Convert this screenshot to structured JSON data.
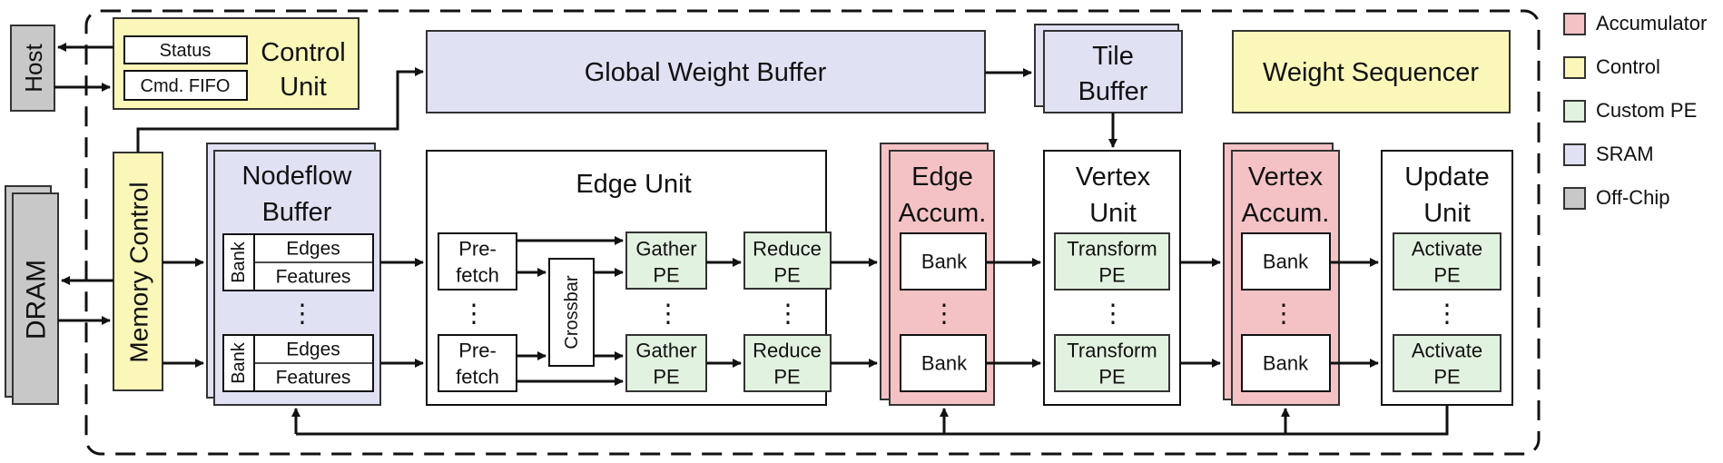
{
  "colors": {
    "accumulator": "#f4c2c5",
    "control": "#fbf7b8",
    "custom_pe": "#e2f2e0",
    "sram": "#e1e1f4",
    "off_chip": "#c8c8c8",
    "stroke": "#111111"
  },
  "offchip": {
    "host": "Host",
    "dram": "DRAM"
  },
  "control_unit": {
    "title_line1": "Control",
    "title_line2": "Unit",
    "status": "Status",
    "cmd_fifo": "Cmd. FIFO"
  },
  "memory_control": "Memory Control",
  "global_weight_buffer": "Global Weight Buffer",
  "tile_buffer": {
    "line1": "Tile",
    "line2": "Buffer"
  },
  "weight_sequencer": "Weight Sequencer",
  "nodeflow_buffer": {
    "line1": "Nodeflow",
    "line2": "Buffer",
    "bank": "Bank",
    "edges": "Edges",
    "features": "Features",
    "ellipsis": "⋮"
  },
  "edge_unit": {
    "title": "Edge Unit",
    "prefetch_line1": "Pre-",
    "prefetch_line2": "fetch",
    "crossbar": "Crossbar",
    "gather_line1": "Gather",
    "reduce_line1": "Reduce",
    "pe": "PE",
    "ellipsis": "⋮"
  },
  "edge_accum": {
    "line1": "Edge",
    "line2": "Accum.",
    "bank": "Bank",
    "ellipsis": "⋮"
  },
  "vertex_unit": {
    "line1": "Vertex",
    "line2": "Unit",
    "transform": "Transform",
    "pe": "PE",
    "ellipsis": "⋮"
  },
  "vertex_accum": {
    "line1": "Vertex",
    "line2": "Accum.",
    "bank": "Bank",
    "ellipsis": "⋮"
  },
  "update_unit": {
    "line1": "Update",
    "line2": "Unit",
    "activate": "Activate",
    "pe": "PE",
    "ellipsis": "⋮"
  },
  "legend": [
    {
      "label": "Accumulator",
      "color": "#f4c2c5"
    },
    {
      "label": "Control",
      "color": "#fbf7b8"
    },
    {
      "label": "Custom PE",
      "color": "#e2f2e0"
    },
    {
      "label": "SRAM",
      "color": "#e1e1f4"
    },
    {
      "label": "Off-Chip",
      "color": "#c8c8c8"
    }
  ]
}
